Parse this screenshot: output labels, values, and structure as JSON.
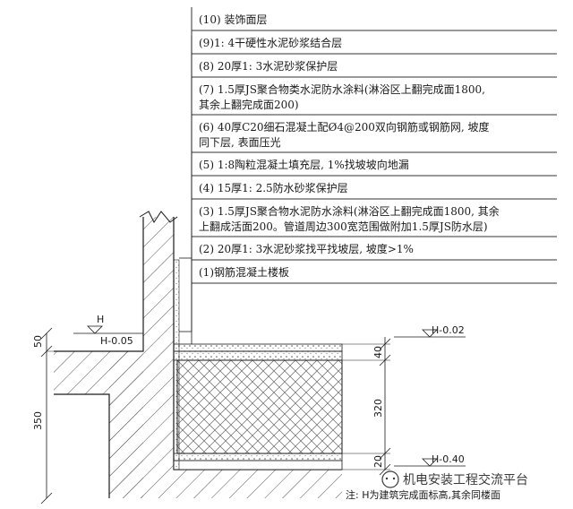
{
  "layers": [
    {
      "lines": [
        "(10) 装饰面层"
      ]
    },
    {
      "lines": [
        "(9)1: 4干硬性水泥砂浆结合层"
      ]
    },
    {
      "lines": [
        "(8) 20厚1: 3水泥砂浆保护层"
      ]
    },
    {
      "lines": [
        "(7) 1.5厚JS聚合物类水泥防水涂料(淋浴区上翻完成面1800,",
        "其余上翻完成面200)"
      ]
    },
    {
      "lines": [
        "(6) 40厚C20细石混凝土配Ø4@200双向钢筋或钢筋网, 坡度",
        "同下层, 表面压光"
      ]
    },
    {
      "lines": [
        "(5) 1:8陶粒混凝土填充层, 1%找坡坡向地漏"
      ]
    },
    {
      "lines": [
        "(4) 15厚1: 2.5防水砂浆保护层"
      ]
    },
    {
      "lines": [
        "(3) 1.5厚JS聚合物水泥防水涂料(淋浴区上翻完成面1800, 其余",
        "上翻成活面200。管道周边300宽范围做附加1.5厚JS防水层)"
      ]
    },
    {
      "lines": [
        "(2) 20厚1: 3水泥砂浆找平找坡层, 坡度>1%"
      ]
    },
    {
      "lines": [
        "(1)钢筋混凝土楼板"
      ]
    }
  ],
  "levels": {
    "left_h": "H",
    "left_value": "H-0.05",
    "right_top": "H-0.02",
    "right_bottom": "H-0.40"
  },
  "dimensions": {
    "left_upper": "50",
    "left_lower": "350",
    "right_top": "40",
    "right_mid": "320",
    "right_bottom": "20"
  },
  "note": "注: H为建筑完成面标高,其余同楼面",
  "watermark": "机电安装工程交流平台",
  "colors": {
    "line": "#1a1a1a",
    "hatch": "#444444"
  }
}
